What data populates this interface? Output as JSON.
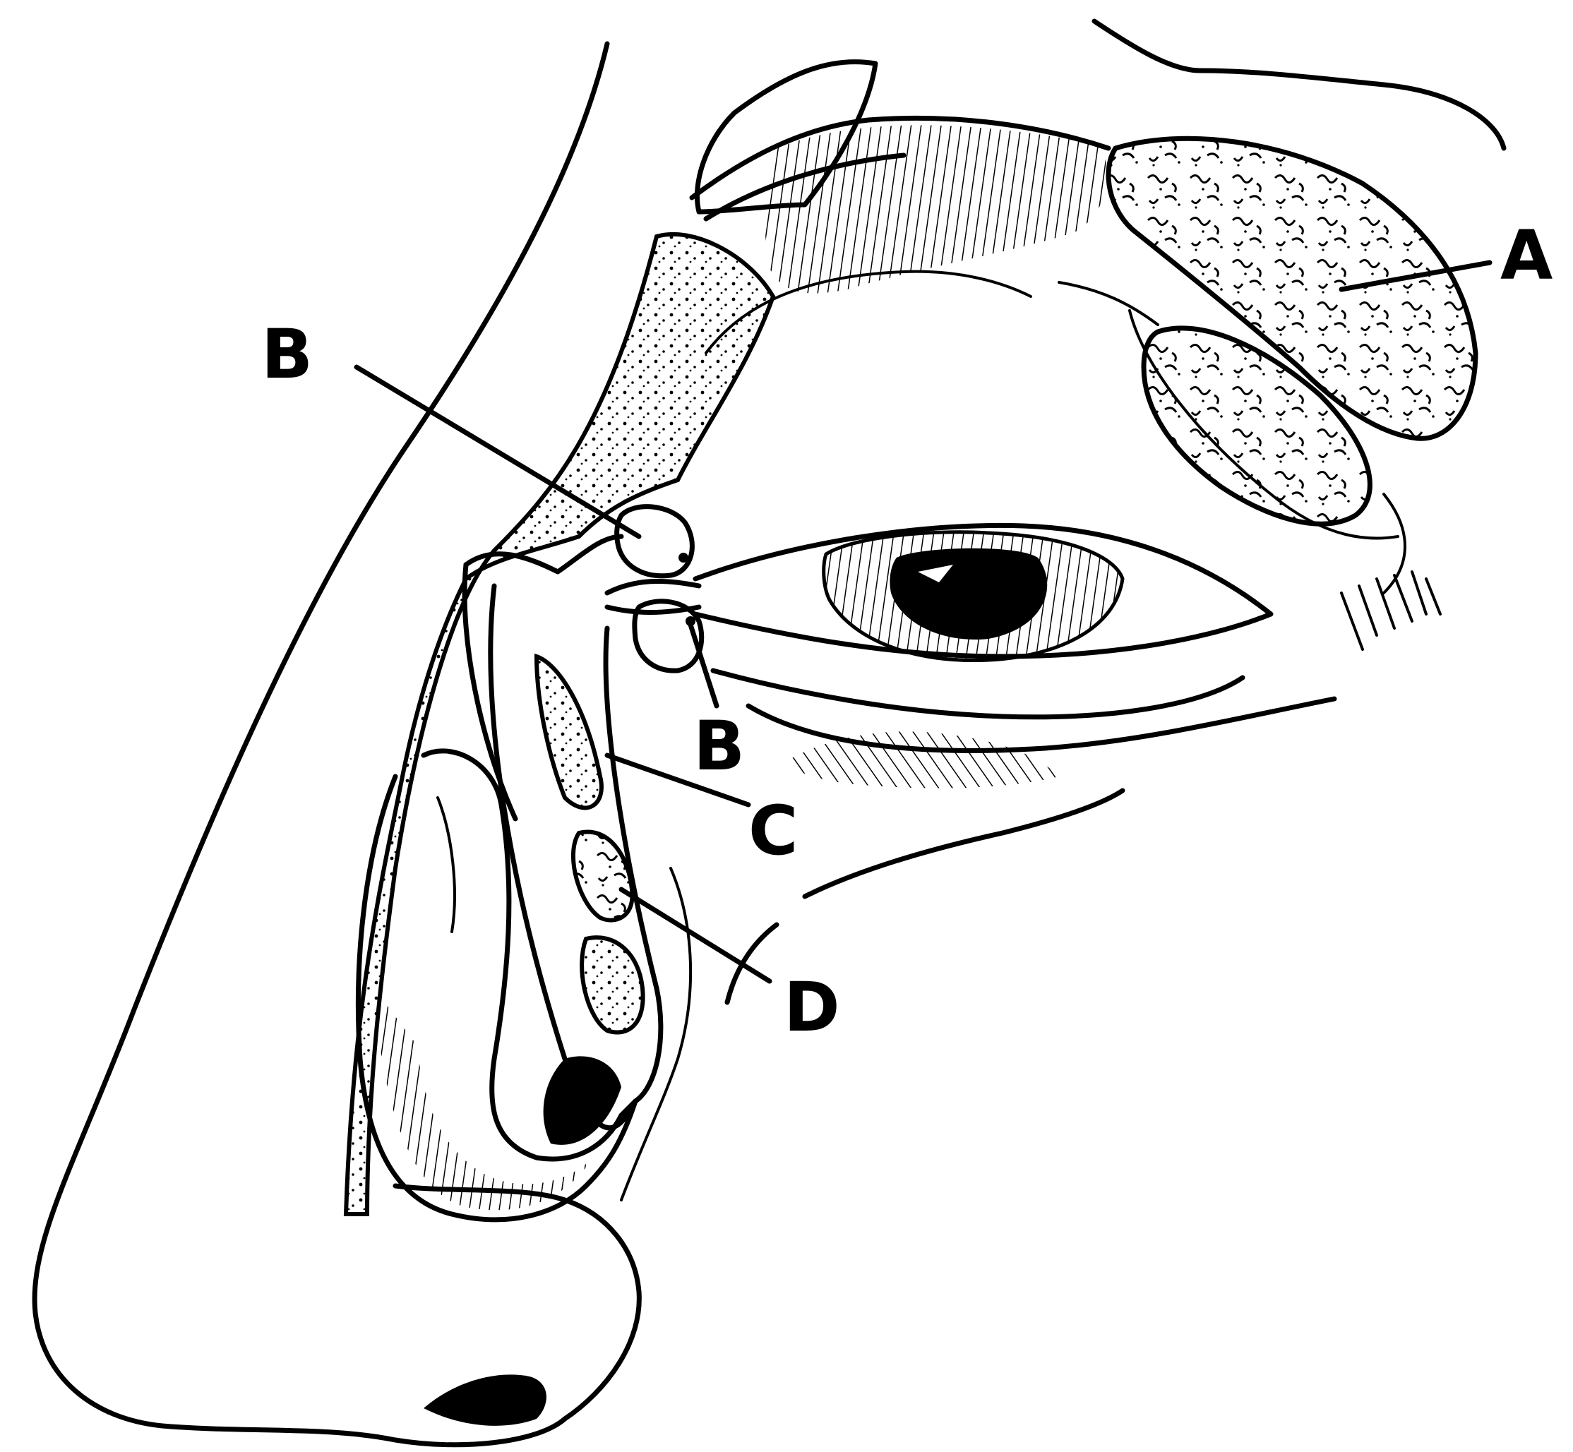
{
  "labels": {
    "a": "A",
    "b_upper": "B",
    "b_lower": "B",
    "c": "C",
    "d": "D"
  },
  "colors": {
    "ink": "#000000",
    "paper": "#ffffff"
  }
}
